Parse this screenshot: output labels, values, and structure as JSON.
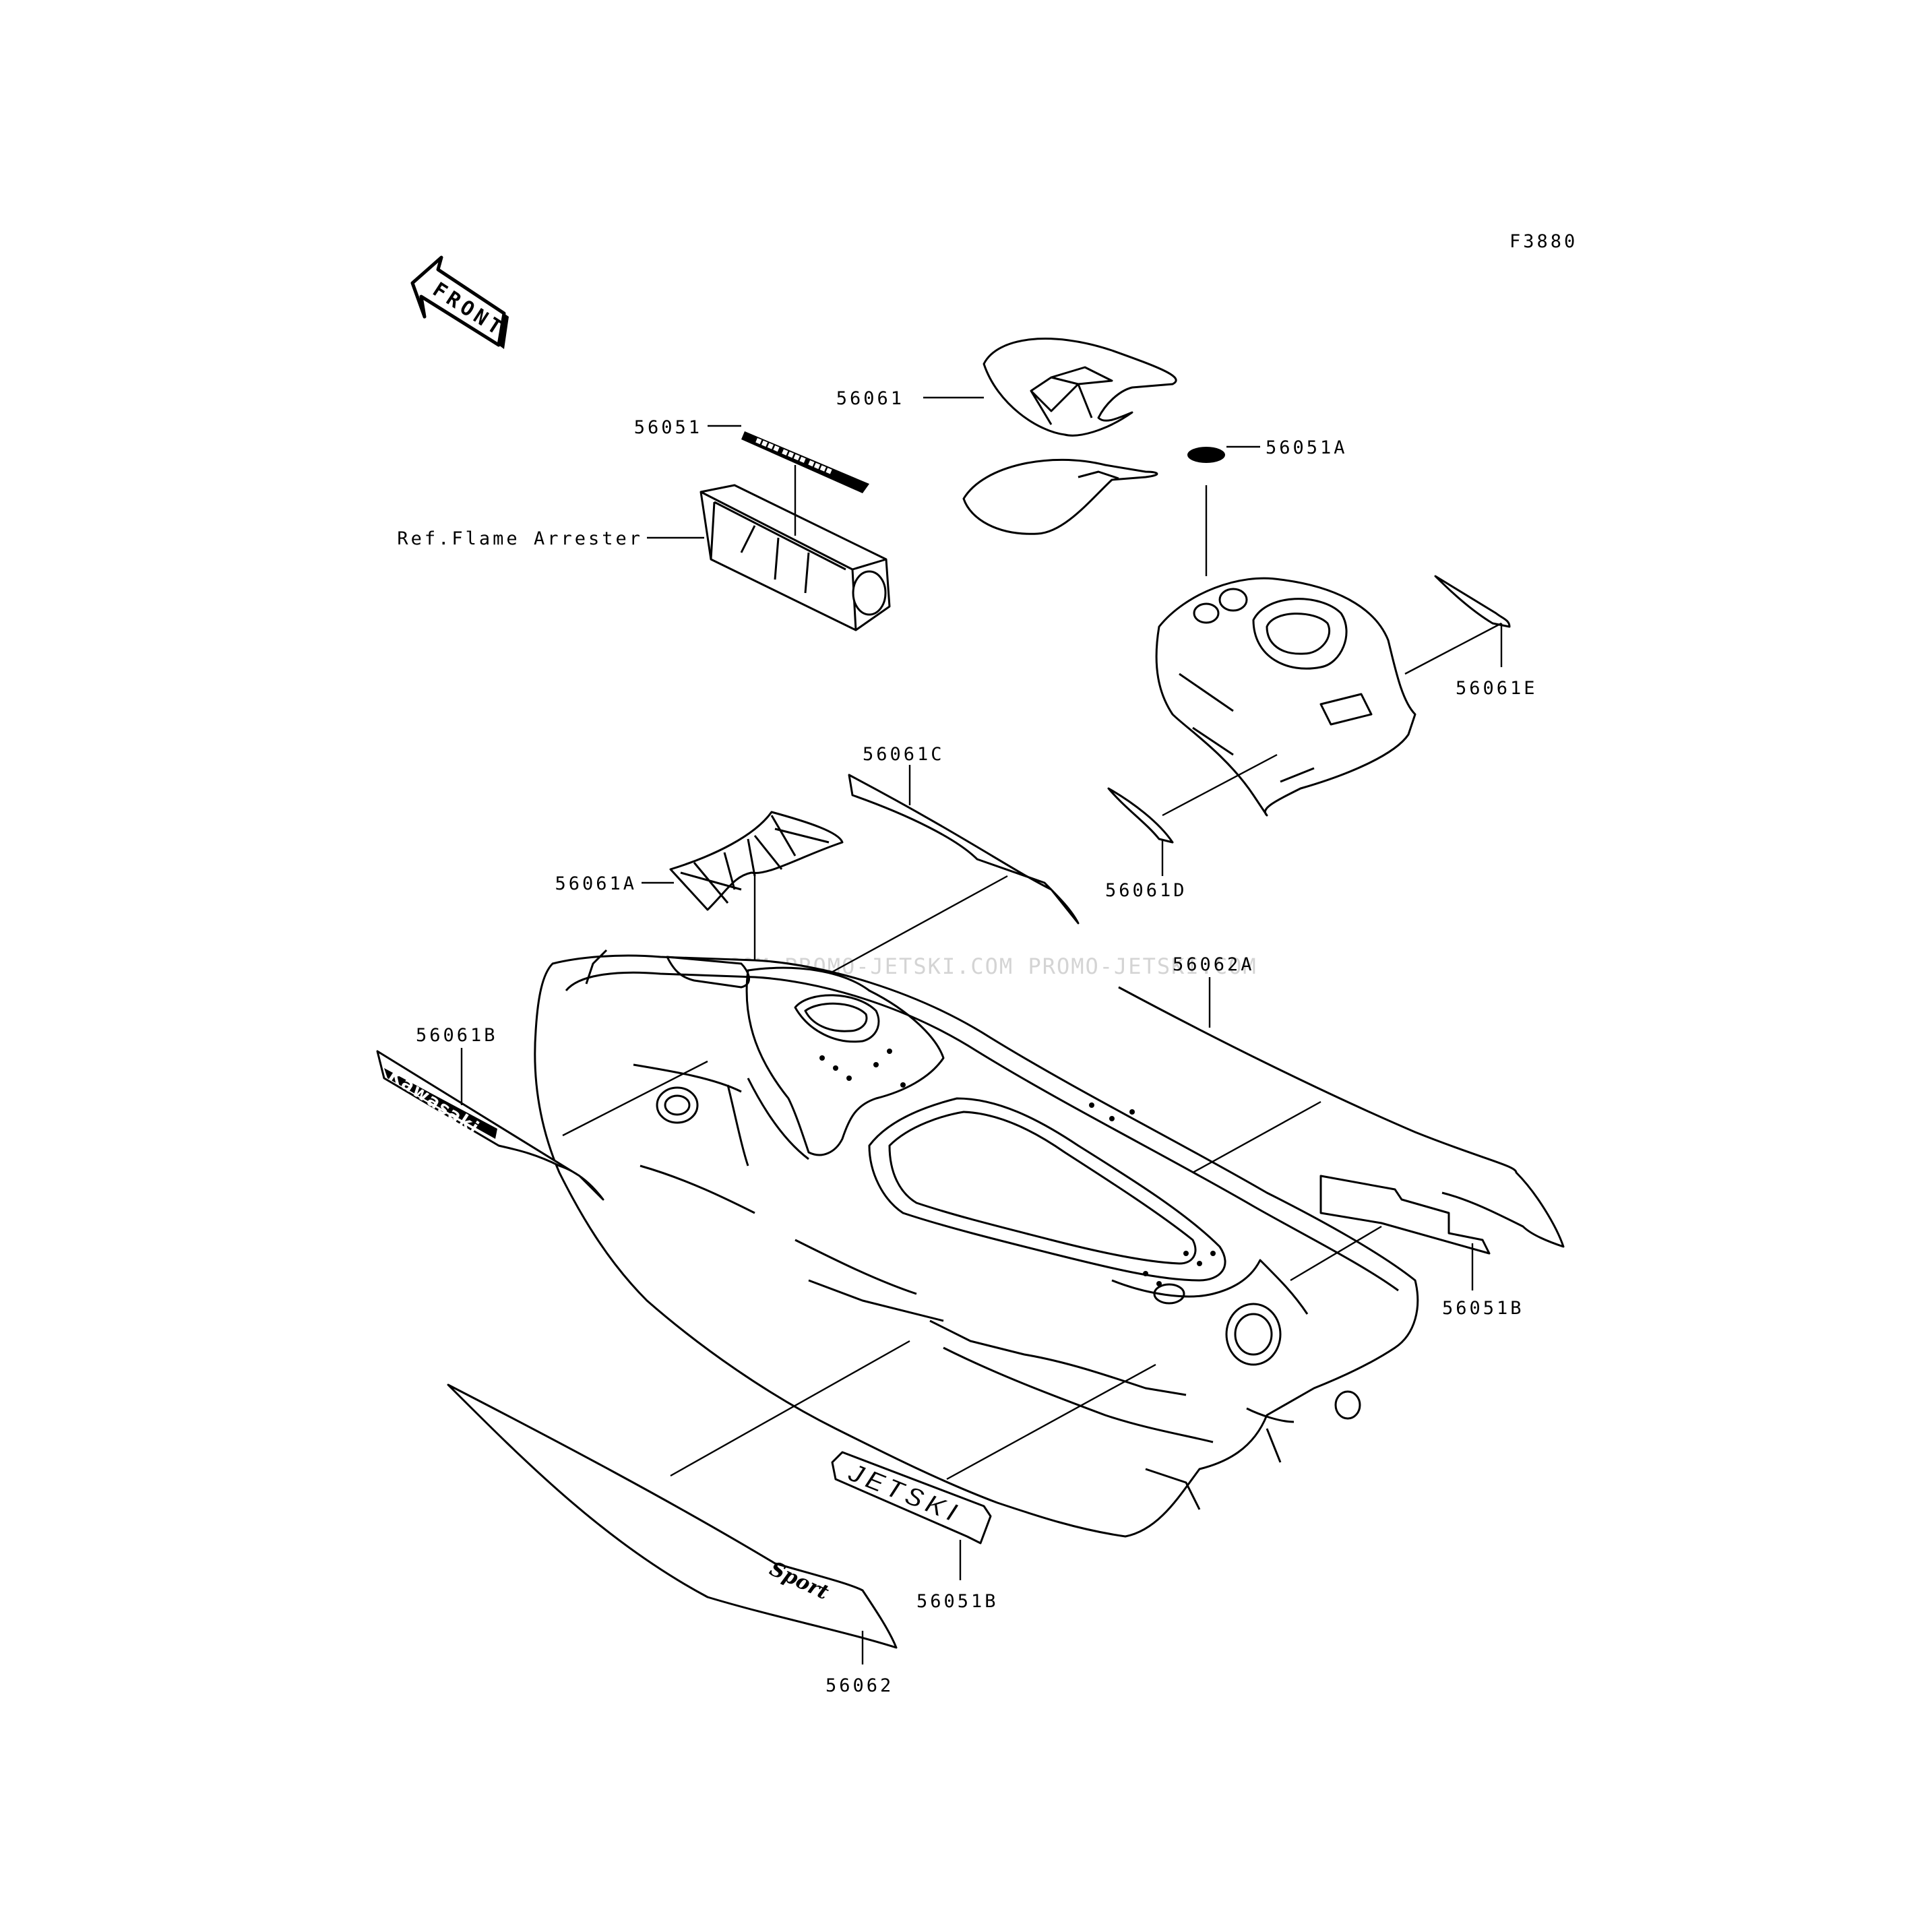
{
  "diagram": {
    "figure_code": "F3880",
    "front_arrow_text": "FRONT",
    "watermark": "JETSKI.COM   PROMO-JETSKI.COM   PROMO-JETSKI.COM",
    "labels": {
      "p56061": "56061",
      "p56051": "56051",
      "p56051A": "56051A",
      "ref_flame_arrester": "Ref.Flame Arrester",
      "p56061E": "56061E",
      "p56061C": "56061C",
      "p56061A": "56061A",
      "p56061D": "56061D",
      "p56062A": "56062A",
      "p56061B": "56061B",
      "p56051B_right": "56051B",
      "p56051B_bottom": "56051B",
      "p56062": "56062"
    },
    "decal_texts": {
      "kawasaki": "Kawasaki",
      "jetski": "JETSKI",
      "sport": "Sport"
    }
  }
}
